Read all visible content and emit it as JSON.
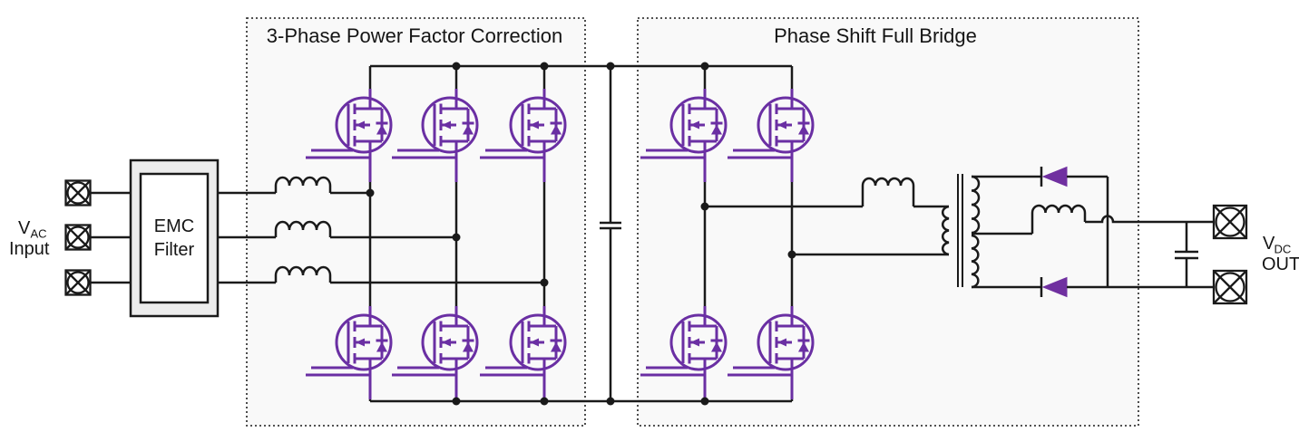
{
  "diagram": {
    "blocks": {
      "pfc": {
        "title": "3-Phase Power Factor Correction"
      },
      "psfb": {
        "title": "Phase Shift Full Bridge"
      }
    },
    "emc_filter": {
      "line1": "EMC",
      "line2": "Filter"
    },
    "input": {
      "symbol": "V",
      "subscript": "AC",
      "caption": "Input",
      "terminal_count": 3
    },
    "output": {
      "symbol": "V",
      "subscript": "DC",
      "caption": "OUT",
      "terminal_count": 2
    },
    "components": {
      "pfc_mosfets": 6,
      "psfb_mosfets": 4,
      "input_inductors": 3,
      "dc_link_capacitor": 1,
      "series_inductor": 1,
      "transformer": "center-tapped secondary",
      "rectifier_diodes": 2,
      "output_inductor": 1,
      "output_capacitor": 1
    },
    "colors": {
      "wire": "#1a1a1a",
      "semiconductor": "#6a2fa3",
      "diode_fill": "#7030A0",
      "box_fill": "#f9f9f9",
      "emc_fill": "#ececec",
      "dash": "#3a3a3a"
    }
  }
}
